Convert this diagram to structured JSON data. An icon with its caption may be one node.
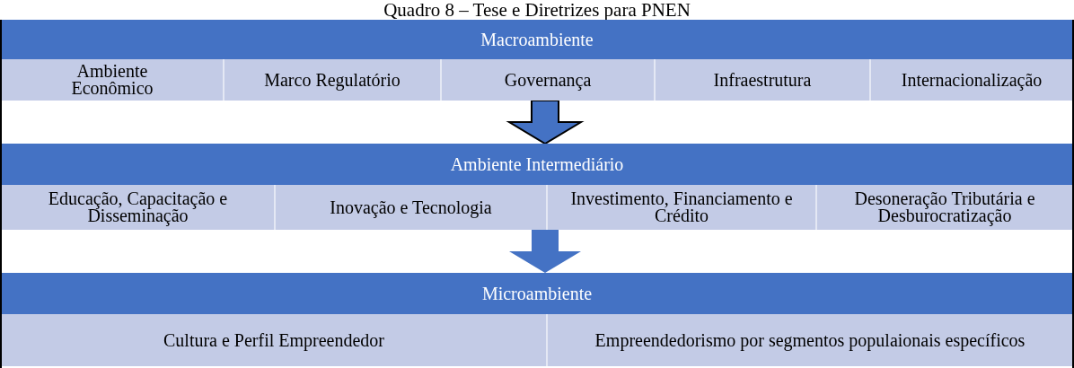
{
  "diagram": {
    "title": "Quadro 8 – Tese e Diretrizes para PNEN",
    "nodes": [
      {
        "text": [
          "Macroambiente"
        ]
      },
      {
        "text": [
          "Ambiente Econômico"
        ],
        "in": 0
      },
      {
        "text": [
          "Marco Regulatório"
        ],
        "in": 0
      },
      {
        "text": [
          "Governança"
        ],
        "in": 0
      },
      {
        "text": [
          "Infraestrutura"
        ],
        "in": 0
      },
      {
        "text": [
          "Internacionalização"
        ],
        "in": 0
      },
      {
        "text": [
          "Ambiente Intermediário"
        ]
      },
      {
        "text": [
          "Educação, Capacitação e Disseminação"
        ],
        "in": 6
      },
      {
        "text": [
          "Inovação e Tecnologia"
        ],
        "in": 6
      },
      {
        "text": [
          "Investimento, Financiamento e Crédito"
        ],
        "in": 6
      },
      {
        "text": [
          "Desoneração Tributária e Desburocratização"
        ],
        "in": 6
      },
      {
        "text": [
          "Microambiente"
        ]
      },
      {
        "text": [
          "Cultura e Perfil Empreendedor"
        ],
        "in": 11
      },
      {
        "text": [
          "Empreendedorismo por segmentos populaionais específicos"
        ],
        "in": 11
      }
    ],
    "edges": [
      {
        "from": 0,
        "to": 6,
        "arrow": "to"
      },
      {
        "from": 6,
        "to": 11,
        "arrow": "to"
      }
    ]
  }
}
